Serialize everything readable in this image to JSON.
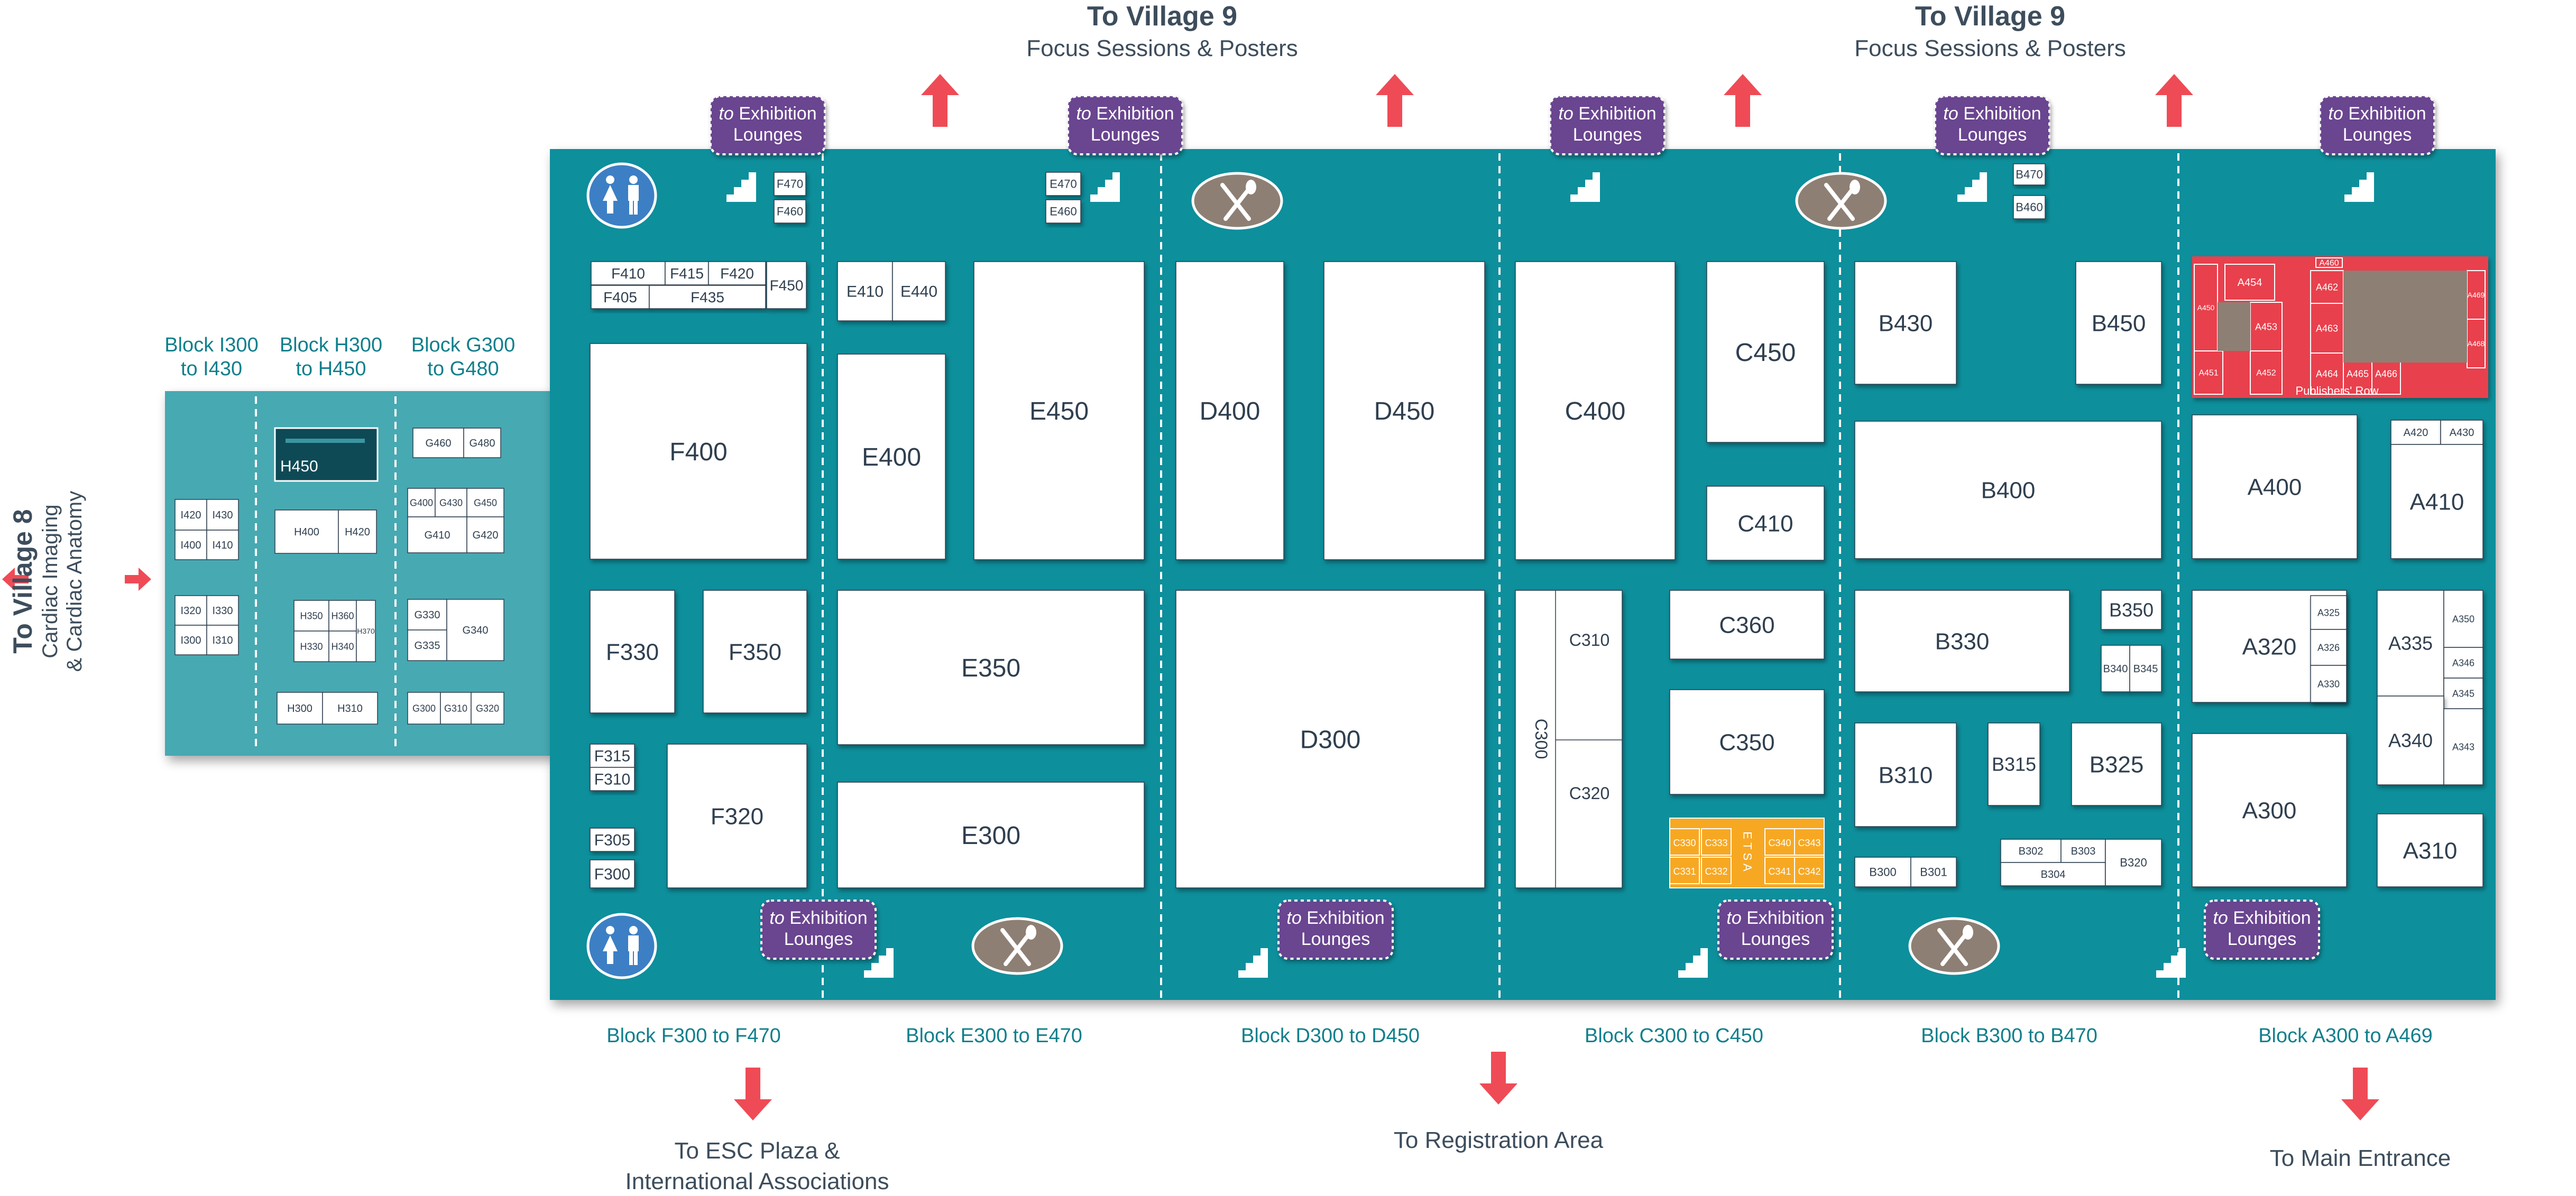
{
  "villages": {
    "top_left": {
      "title": "To Village 9",
      "subtitle": "Focus Sessions & Posters"
    },
    "top_right": {
      "title": "To Village 9",
      "subtitle": "Focus Sessions & Posters"
    },
    "left": {
      "title": "To Village 8",
      "line1": "Cardiac Imaging",
      "line2": "& Cardiac Anatomy"
    }
  },
  "lounge": {
    "prefix": "to",
    "line1": "Exhibition",
    "line2": "Lounges"
  },
  "block_labels": {
    "F": "Block F300 to F470",
    "E": "Block E300 to E470",
    "D": "Block D300 to D450",
    "C": "Block C300 to C450",
    "B": "Block B300 to B470",
    "A": "Block A300 to A469"
  },
  "annex_labels": {
    "I": [
      "Block I300",
      "to I430"
    ],
    "H": [
      "Block H300",
      "to H450"
    ],
    "G": [
      "Block G300",
      "to G480"
    ]
  },
  "exits": {
    "esc_plaza": [
      "To ESC Plaza &",
      "International Associations"
    ],
    "registration": "To Registration Area",
    "main_entrance": "To Main Entrance"
  },
  "publishers_row": "Publishers' Row",
  "etsa": "ETSA",
  "booths": [
    [
      "F470",
      1464,
      326,
      60,
      44,
      22
    ],
    [
      "F460",
      1464,
      378,
      60,
      44,
      22
    ],
    [
      "F410",
      1118,
      495,
      140,
      44,
      28
    ],
    [
      "F415",
      1258,
      495,
      82,
      44,
      28
    ],
    [
      "F420",
      1340,
      495,
      108,
      44,
      28
    ],
    [
      "F405",
      1118,
      540,
      110,
      44,
      28
    ],
    [
      "F435",
      1228,
      540,
      220,
      44,
      28
    ],
    [
      "F450",
      1450,
      495,
      75,
      89,
      28
    ],
    [
      "F400",
      1116,
      650,
      410,
      408,
      48
    ],
    [
      "F330",
      1116,
      1117,
      160,
      232,
      44
    ],
    [
      "F350",
      1330,
      1117,
      196,
      232,
      44
    ],
    [
      "F315",
      1116,
      1408,
      84,
      44,
      30
    ],
    [
      "F310",
      1116,
      1452,
      84,
      44,
      30
    ],
    [
      "F320",
      1262,
      1408,
      264,
      272,
      44
    ],
    [
      "F305",
      1116,
      1567,
      84,
      44,
      30
    ],
    [
      "F300",
      1116,
      1627,
      84,
      53,
      30
    ],
    [
      "E470",
      1978,
      326,
      66,
      44,
      22
    ],
    [
      "E460",
      1978,
      378,
      66,
      44,
      22
    ],
    [
      "E410",
      1584,
      495,
      104,
      112,
      30
    ],
    [
      "E440",
      1688,
      495,
      100,
      112,
      30
    ],
    [
      "E450",
      1842,
      495,
      322,
      564,
      48
    ],
    [
      "E400",
      1584,
      670,
      204,
      388,
      48
    ],
    [
      "E350",
      1584,
      1117,
      580,
      292,
      48
    ],
    [
      "E300",
      1584,
      1480,
      580,
      200,
      48
    ],
    [
      "D400",
      2224,
      495,
      204,
      564,
      48
    ],
    [
      "D450",
      2504,
      495,
      304,
      564,
      48
    ],
    [
      "D300",
      2224,
      1117,
      584,
      563,
      48
    ],
    [
      "C400",
      2866,
      495,
      302,
      564,
      48
    ],
    [
      "C450",
      3228,
      495,
      222,
      342,
      48
    ],
    [
      "C410",
      3228,
      920,
      222,
      140,
      44
    ],
    [
      "C360",
      3158,
      1117,
      292,
      130,
      44
    ],
    [
      "C350",
      3158,
      1305,
      292,
      198,
      44
    ],
    [
      "B470",
      3808,
      310,
      60,
      40,
      22
    ],
    [
      "B460",
      3808,
      370,
      60,
      44,
      22
    ],
    [
      "B430",
      3508,
      495,
      192,
      232,
      44
    ],
    [
      "B450",
      3926,
      495,
      162,
      232,
      44
    ],
    [
      "B400",
      3508,
      797,
      580,
      260,
      44
    ],
    [
      "B330",
      3508,
      1117,
      406,
      192,
      44
    ],
    [
      "B350",
      3974,
      1117,
      114,
      74,
      36
    ],
    [
      "B340",
      3974,
      1221,
      54,
      88,
      20
    ],
    [
      "B345",
      4028,
      1221,
      60,
      88,
      20
    ],
    [
      "B310",
      3508,
      1368,
      192,
      196,
      44
    ],
    [
      "B315",
      3760,
      1368,
      98,
      156,
      36
    ],
    [
      "B325",
      3918,
      1368,
      170,
      156,
      44
    ],
    [
      "B300",
      3508,
      1622,
      106,
      56,
      22
    ],
    [
      "B301",
      3614,
      1622,
      86,
      56,
      22
    ],
    [
      "B302",
      3784,
      1588,
      114,
      44,
      20
    ],
    [
      "B303",
      3898,
      1588,
      84,
      44,
      20
    ],
    [
      "B304",
      3784,
      1632,
      198,
      44,
      20
    ],
    [
      "B320",
      3982,
      1588,
      106,
      88,
      22
    ],
    [
      "A400",
      4146,
      785,
      312,
      272,
      44
    ],
    [
      "A420",
      4522,
      795,
      94,
      46,
      20
    ],
    [
      "A430",
      4616,
      795,
      80,
      46,
      20
    ],
    [
      "A410",
      4522,
      841,
      174,
      216,
      44
    ],
    [
      "A320",
      4146,
      1117,
      292,
      212,
      44
    ],
    [
      "A325",
      4370,
      1127,
      68,
      64,
      18
    ],
    [
      "A326",
      4370,
      1191,
      68,
      68,
      18
    ],
    [
      "A330",
      4370,
      1259,
      68,
      70,
      18
    ],
    [
      "A335",
      4496,
      1117,
      126,
      200,
      36
    ],
    [
      "A350",
      4622,
      1117,
      74,
      108,
      18
    ],
    [
      "A346",
      4622,
      1225,
      74,
      58,
      18
    ],
    [
      "A345",
      4622,
      1283,
      74,
      58,
      18
    ],
    [
      "A340",
      4496,
      1317,
      126,
      168,
      36
    ],
    [
      "A343",
      4622,
      1341,
      74,
      144,
      18
    ],
    [
      "A300",
      4146,
      1388,
      292,
      290,
      44
    ],
    [
      "A310",
      4496,
      1540,
      200,
      138,
      44
    ]
  ],
  "annex_booths": [
    [
      "I420",
      331,
      945,
      60,
      58,
      20
    ],
    [
      "I430",
      391,
      945,
      60,
      58,
      20
    ],
    [
      "I400",
      331,
      1003,
      60,
      56,
      20
    ],
    [
      "I410",
      391,
      1003,
      60,
      56,
      20
    ],
    [
      "I320",
      331,
      1127,
      60,
      56,
      20
    ],
    [
      "I330",
      391,
      1127,
      60,
      56,
      20
    ],
    [
      "I300",
      331,
      1183,
      60,
      56,
      20
    ],
    [
      "I310",
      391,
      1183,
      60,
      56,
      20
    ],
    [
      "H400",
      520,
      965,
      120,
      82,
      20
    ],
    [
      "H420",
      640,
      965,
      72,
      82,
      20
    ],
    [
      "H350",
      556,
      1136,
      66,
      58,
      18
    ],
    [
      "H360",
      622,
      1136,
      52,
      58,
      18
    ],
    [
      "H330",
      556,
      1194,
      66,
      58,
      18
    ],
    [
      "H340",
      622,
      1194,
      52,
      58,
      18
    ],
    [
      "H370",
      674,
      1136,
      36,
      116,
      14
    ],
    [
      "H300",
      524,
      1310,
      86,
      60,
      20
    ],
    [
      "H310",
      610,
      1310,
      104,
      60,
      20
    ],
    [
      "G460",
      781,
      810,
      96,
      56,
      20
    ],
    [
      "G480",
      877,
      810,
      70,
      56,
      20
    ],
    [
      "G400",
      771,
      924,
      52,
      54,
      18
    ],
    [
      "G430",
      823,
      924,
      60,
      54,
      18
    ],
    [
      "G450",
      883,
      924,
      70,
      54,
      18
    ],
    [
      "G410",
      771,
      978,
      112,
      68,
      20
    ],
    [
      "G420",
      883,
      978,
      70,
      68,
      20
    ],
    [
      "G330",
      771,
      1134,
      74,
      58,
      20
    ],
    [
      "G335",
      771,
      1192,
      74,
      58,
      20
    ],
    [
      "G340",
      845,
      1134,
      108,
      116,
      20
    ],
    [
      "G300",
      771,
      1310,
      62,
      60,
      18
    ],
    [
      "G310",
      833,
      1310,
      58,
      60,
      18
    ],
    [
      "G320",
      891,
      1310,
      62,
      60,
      18
    ]
  ],
  "colors": {
    "teal": "#0d8f9c",
    "annex": "#47a9b2",
    "lounge": "#6b4590",
    "arrow": "#ef4b56",
    "publishers": "#e9414e",
    "etsa": "#f7a823",
    "booth": "#ffffff"
  },
  "icons": [
    "restroom-icon",
    "restaurant-icon",
    "stairs-icon",
    "arrow-icon"
  ]
}
